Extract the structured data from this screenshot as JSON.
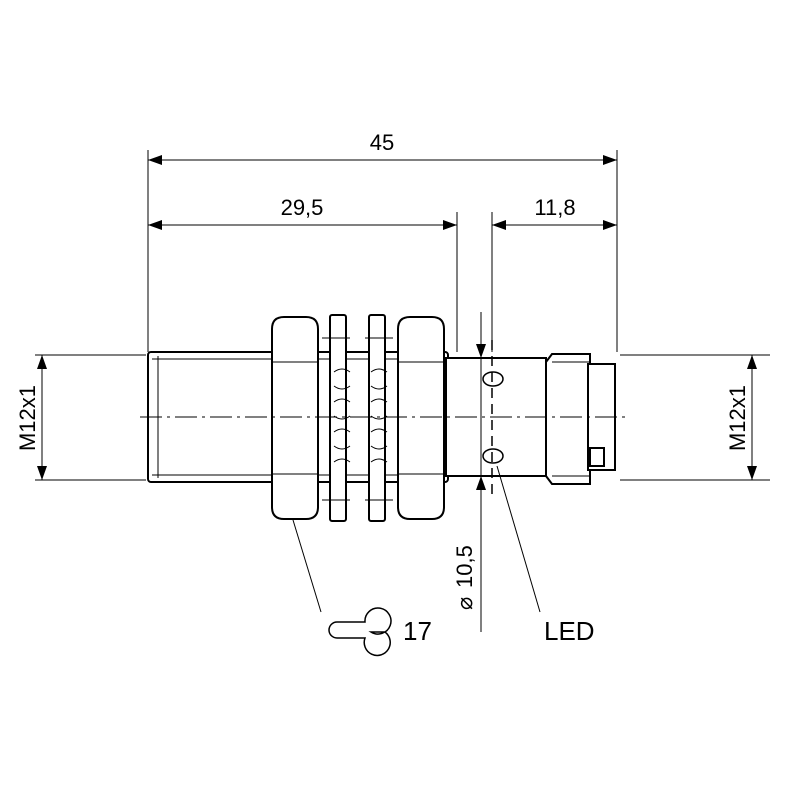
{
  "dimensions": {
    "overall_length": "45",
    "thread_length": "29,5",
    "connector_length": "11,8",
    "thread_left": "M12x1",
    "thread_right": "M12x1",
    "diameter": "10,5"
  },
  "labels": {
    "wrench_size": "17",
    "led": "LED"
  }
}
